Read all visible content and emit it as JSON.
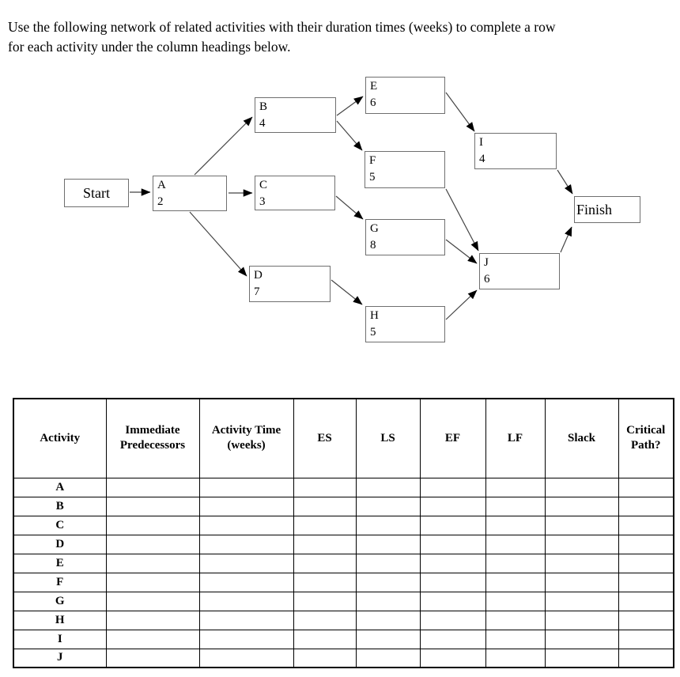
{
  "instructions": "Use the following network of related activities with their duration times (weeks) to complete a row for each activity under the column headings below.",
  "diagram": {
    "nodes": {
      "start": {
        "label": "Start"
      },
      "a": {
        "label": "A",
        "duration": "2"
      },
      "b": {
        "label": "B",
        "duration": "4"
      },
      "c": {
        "label": "C",
        "duration": "3"
      },
      "d": {
        "label": "D",
        "duration": "7"
      },
      "e": {
        "label": "E",
        "duration": "6"
      },
      "f": {
        "label": "F",
        "duration": "5"
      },
      "g": {
        "label": "G",
        "duration": "8"
      },
      "h": {
        "label": "H",
        "duration": "5"
      },
      "i": {
        "label": "I",
        "duration": "4"
      },
      "j": {
        "label": "J",
        "duration": "6"
      },
      "finish": {
        "label": "Finish"
      }
    },
    "edges": [
      {
        "from": "Start",
        "to": "A"
      },
      {
        "from": "A",
        "to": "B"
      },
      {
        "from": "A",
        "to": "C"
      },
      {
        "from": "A",
        "to": "D"
      },
      {
        "from": "B",
        "to": "E"
      },
      {
        "from": "B",
        "to": "F"
      },
      {
        "from": "C",
        "to": "G"
      },
      {
        "from": "D",
        "to": "H"
      },
      {
        "from": "E",
        "to": "I"
      },
      {
        "from": "F",
        "to": "J"
      },
      {
        "from": "G",
        "to": "J"
      },
      {
        "from": "H",
        "to": "J"
      },
      {
        "from": "I",
        "to": "Finish"
      },
      {
        "from": "J",
        "to": "Finish"
      }
    ]
  },
  "table": {
    "columns": [
      "Activity",
      "Immediate Predecessors",
      "Activity Time (weeks)",
      "ES",
      "LS",
      "EF",
      "LF",
      "Slack",
      "Critical Path?"
    ],
    "rows": [
      {
        "activity": "A"
      },
      {
        "activity": "B"
      },
      {
        "activity": "C"
      },
      {
        "activity": "D"
      },
      {
        "activity": "E"
      },
      {
        "activity": "F"
      },
      {
        "activity": "G"
      },
      {
        "activity": "H"
      },
      {
        "activity": "I"
      },
      {
        "activity": "J"
      }
    ]
  }
}
